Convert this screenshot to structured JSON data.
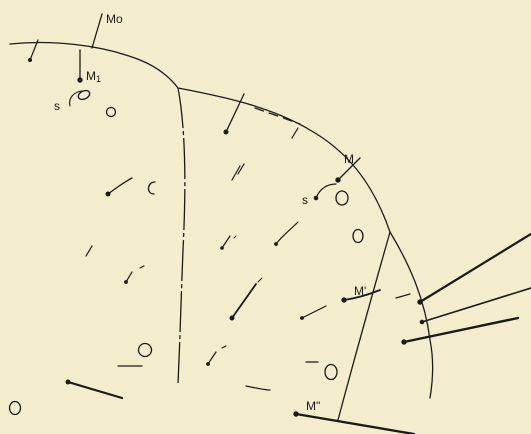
{
  "figure": {
    "background": "#f4edcd",
    "ink": "#1a1a1a",
    "labels": {
      "m0": "Mo",
      "m1": "M",
      "m1_sub": "1",
      "s_upper": "s",
      "m": "M",
      "s_lower": "s",
      "m_prime": "M'",
      "m_double_prime": "M\""
    }
  }
}
